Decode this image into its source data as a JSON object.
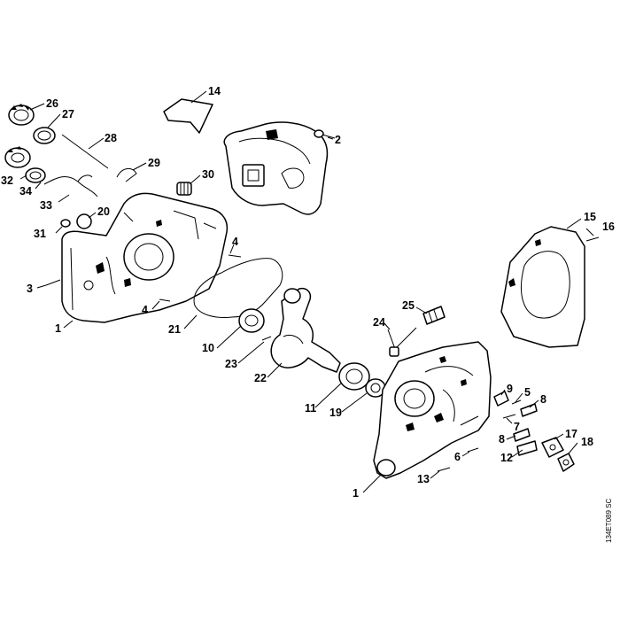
{
  "reference_code": "134ET089 SC",
  "callouts": [
    {
      "id": "c26",
      "text": "26"
    },
    {
      "id": "c27",
      "text": "27"
    },
    {
      "id": "c14",
      "text": "14"
    },
    {
      "id": "c28",
      "text": "28"
    },
    {
      "id": "c2",
      "text": "2"
    },
    {
      "id": "c29",
      "text": "29"
    },
    {
      "id": "c32",
      "text": "32"
    },
    {
      "id": "c30",
      "text": "30"
    },
    {
      "id": "c34",
      "text": "34"
    },
    {
      "id": "c33",
      "text": "33"
    },
    {
      "id": "c20",
      "text": "20"
    },
    {
      "id": "c31",
      "text": "31"
    },
    {
      "id": "c15",
      "text": "15"
    },
    {
      "id": "c16",
      "text": "16"
    },
    {
      "id": "c4a",
      "text": "4"
    },
    {
      "id": "c3",
      "text": "3"
    },
    {
      "id": "c4b",
      "text": "4"
    },
    {
      "id": "c25",
      "text": "25"
    },
    {
      "id": "c21",
      "text": "21"
    },
    {
      "id": "c1a",
      "text": "1"
    },
    {
      "id": "c10",
      "text": "10"
    },
    {
      "id": "c24",
      "text": "24"
    },
    {
      "id": "c23",
      "text": "23"
    },
    {
      "id": "c22",
      "text": "22"
    },
    {
      "id": "c9",
      "text": "9"
    },
    {
      "id": "c5",
      "text": "5"
    },
    {
      "id": "c8a",
      "text": "8"
    },
    {
      "id": "c11",
      "text": "11"
    },
    {
      "id": "c19",
      "text": "19"
    },
    {
      "id": "c7",
      "text": "7"
    },
    {
      "id": "c17",
      "text": "17"
    },
    {
      "id": "c18",
      "text": "18"
    },
    {
      "id": "c8b",
      "text": "8"
    },
    {
      "id": "c6",
      "text": "6"
    },
    {
      "id": "c12",
      "text": "12"
    },
    {
      "id": "c13",
      "text": "13"
    },
    {
      "id": "c1b",
      "text": "1"
    }
  ]
}
